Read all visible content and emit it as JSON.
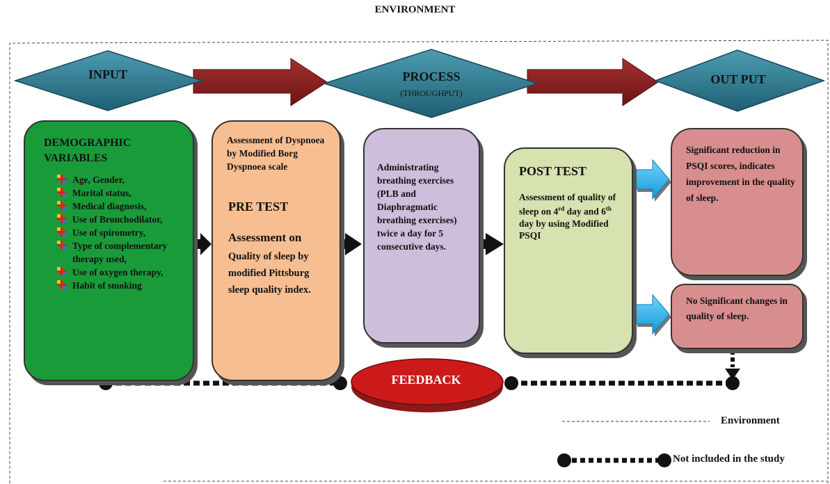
{
  "title": "ENVIRONMENT",
  "stages": {
    "input": "INPUT",
    "process": "PROCESS",
    "process_sub": "(THROUGHPUT)",
    "output": "OUT PUT"
  },
  "input_box": {
    "heading_line1": "DEMOGRAPHIC",
    "heading_line2": "VARIABLES",
    "items": [
      "Age, Gender,",
      "Marital status,",
      "Medical diagnosis,",
      "Use of Bronchodilator,",
      "Use of spirometry,",
      "Type of complementary therapy used,",
      "Use of oxygen therapy,",
      "Habit of smoking"
    ]
  },
  "pretest_box": {
    "intro": "Assessment of Dyspnoea by Modified Borg Dyspnoea scale",
    "heading": "PRE TEST",
    "subheading": "Assessment on",
    "detail": "Quality of sleep by modified Pittsburg sleep quality index."
  },
  "process_box": {
    "text": "Administrating breathing exercises (PLB and Diaphragmatic breathing exercises) twice a day for 5 consecutive days."
  },
  "posttest_box": {
    "heading": "POST TEST",
    "text_a": "Assessment of quality of sleep on 4",
    "sup_a": "rd",
    "text_b": " day and 6",
    "sup_b": "th",
    "text_c": " day by using Modified PSQI"
  },
  "outcome_1": "Significant reduction in PSQI scores, indicates improvement in the quality of sleep.",
  "outcome_2": "No Significant changes in quality of sleep.",
  "feedback": "FEEDBACK",
  "legend": {
    "environment": "Environment",
    "not_included": "Not included in the study"
  },
  "colors": {
    "diamond": "#2f7d93",
    "arrow_band": "#8b1c1c",
    "input_box": "#1a9b3a",
    "pretest_box": "#f7be92",
    "process_box": "#cdbedb",
    "posttest_box": "#d6e2af",
    "outcome_box": "#d88e8e",
    "feedback": "#cc1a1a",
    "cyan_arrow": "#2fb8ee"
  }
}
